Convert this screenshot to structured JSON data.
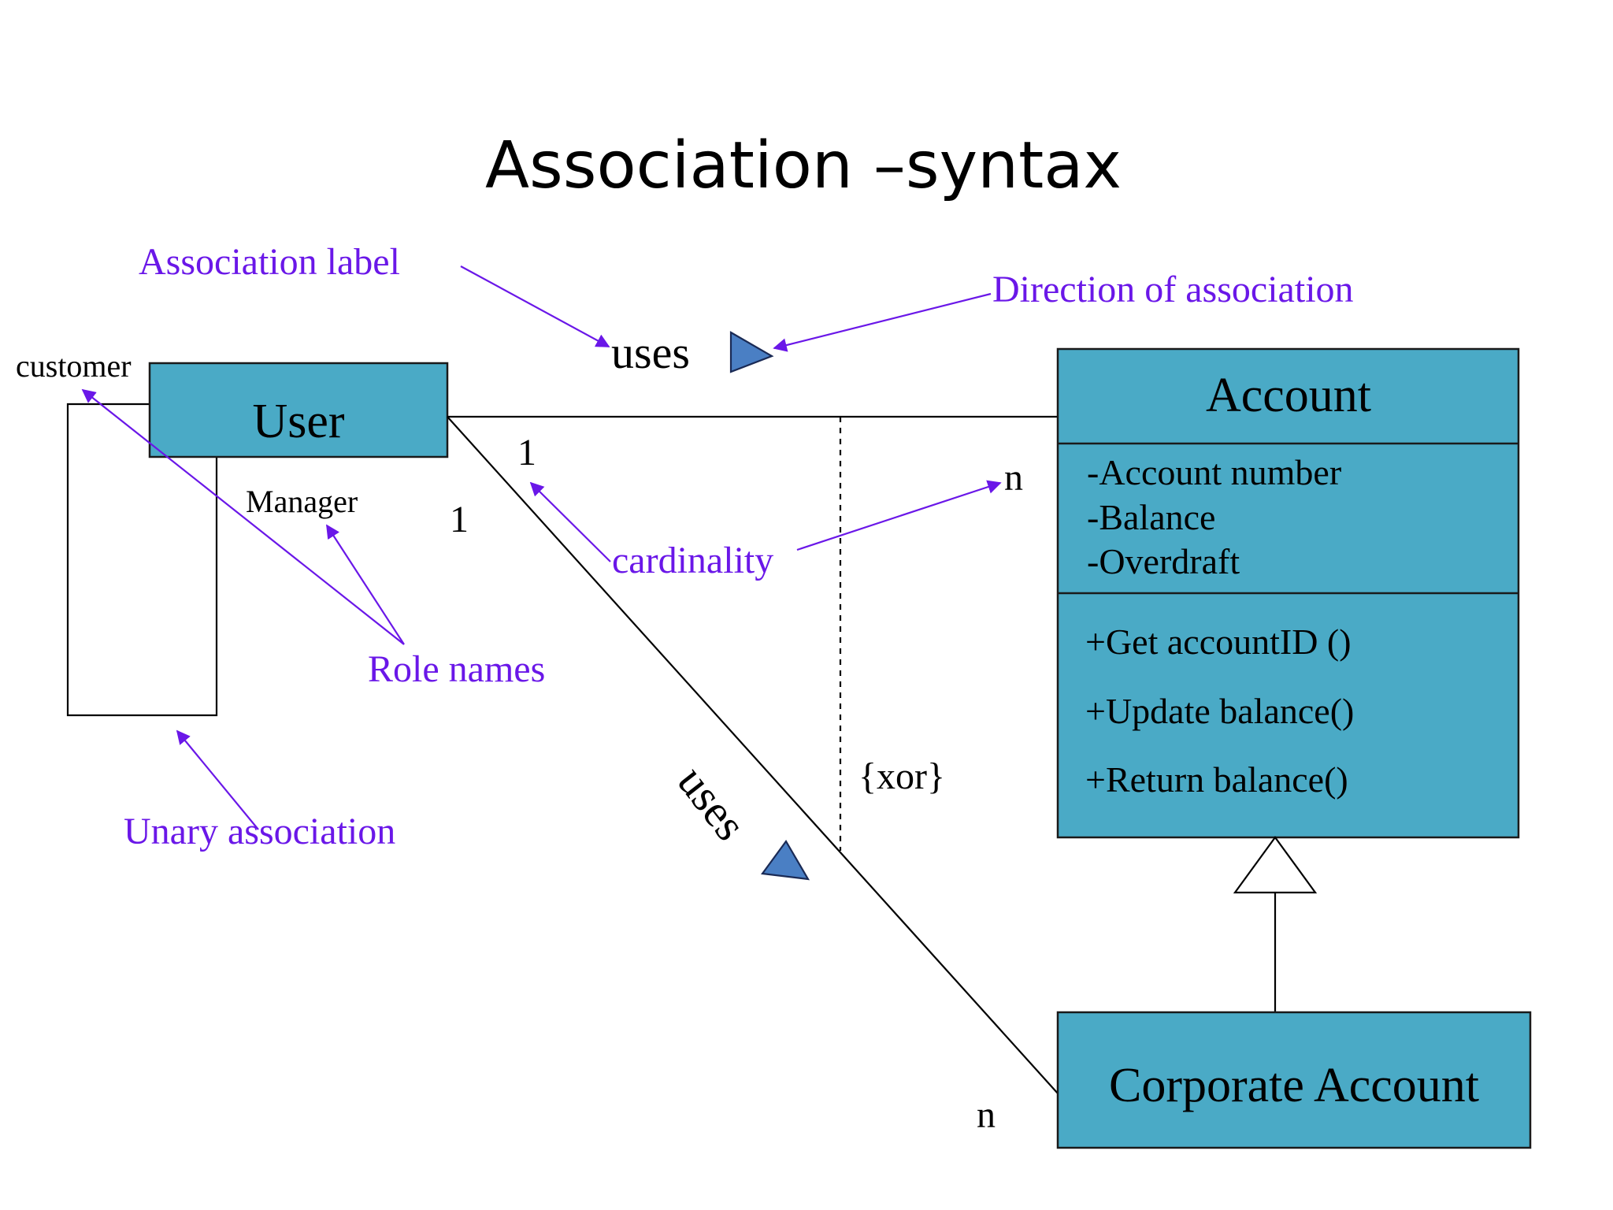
{
  "title": "Association –syntax",
  "classes": {
    "user": {
      "name": "User"
    },
    "account": {
      "name": "Account",
      "attributes": [
        "-Account number",
        "-Balance",
        "-Overdraft"
      ],
      "operations": [
        "+Get accountID ()",
        "+Update balance()",
        "+Return balance()"
      ]
    },
    "corporate_account": {
      "name": "Corporate Account"
    }
  },
  "association_labels": {
    "top": "uses",
    "diagonal": "uses"
  },
  "role_names": {
    "customer": "customer",
    "manager": "Manager"
  },
  "cardinalities": {
    "user_top": "1",
    "user_diagonal": "1",
    "account": "n",
    "corporate": "n"
  },
  "constraint": "{xor}",
  "annotations": {
    "association_label": "Association label",
    "direction_of_association": "Direction of association",
    "cardinality": "cardinality",
    "role_names": "Role names",
    "unary_association": "Unary association"
  },
  "colors": {
    "class_fill": "#4aaac6",
    "annotation": "#6a17e8",
    "direction_triangle": "#4a7fc4"
  }
}
